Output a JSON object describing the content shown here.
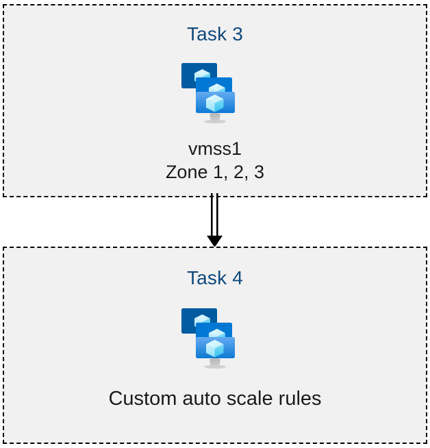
{
  "diagram": {
    "title": "Azure VM scale set tasks flow",
    "background_color": "#ffffff",
    "box_fill_color": "#f1f1f1",
    "box_border_color": "#000000",
    "heading_color": "#11497c",
    "label_color": "#1a1a1a",
    "connector_color": "#000000"
  },
  "boxes": [
    {
      "id": "task-3",
      "title": "Task 3",
      "icon": "azure-vm-scale-set-icon",
      "labels": [
        "vmss1",
        "Zone 1, 2, 3"
      ]
    },
    {
      "id": "task-4",
      "title": "Task 4",
      "icon": "azure-vm-scale-set-icon",
      "labels": [
        "Custom auto scale rules"
      ]
    }
  ],
  "connector": {
    "name": "double-line-arrow-down",
    "from": "task-3",
    "to": "task-4",
    "style": "double-line",
    "arrowhead": "solid-triangle",
    "direction": "down"
  },
  "icon_colors": {
    "monitor_back": "#005ba1",
    "monitor_middle": "#0078d4",
    "monitor_front_top": "#4f9fee",
    "monitor_front_bottom": "#0f7bd4",
    "cube_light": "#d9f4fd",
    "cube_mid": "#86e1f7",
    "cube_dark": "#32c2ef",
    "stand": "#a8a8a8"
  }
}
